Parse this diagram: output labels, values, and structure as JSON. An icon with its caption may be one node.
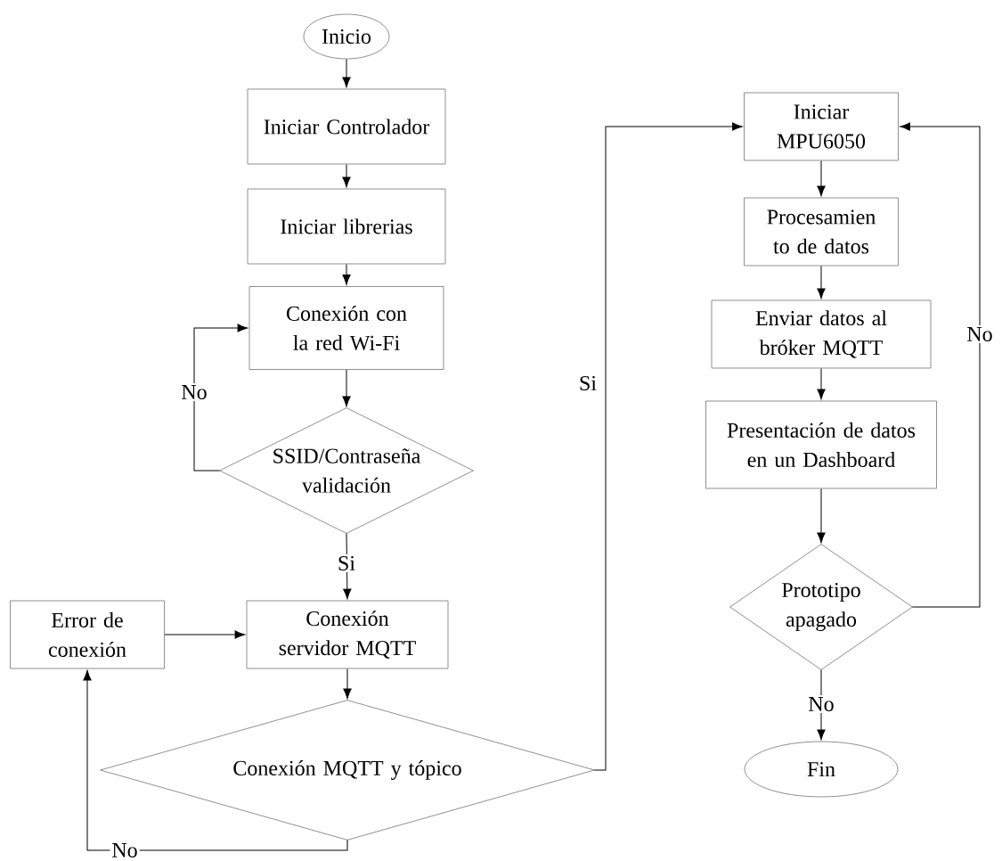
{
  "diagram": {
    "nodes": [
      {
        "text": [
          "Inicio"
        ]
      },
      {
        "text": [
          "Iniciar Controlador"
        ]
      },
      {
        "text": [
          "Iniciar librerias"
        ]
      },
      {
        "text": [
          "Conexión con la red Wi-Fi"
        ]
      },
      {
        "text": [
          "SSID/Contraseña validación"
        ]
      },
      {
        "text": [
          "Error de conexión"
        ]
      },
      {
        "text": [
          "Conexión servidor MQTT"
        ]
      },
      {
        "text": [
          "Conexión MQTT y tópico"
        ]
      },
      {
        "text": [
          "Iniciar MPU6050"
        ]
      },
      {
        "text": [
          "Procesamien to de datos"
        ]
      },
      {
        "text": [
          "Enviar datos al bróker MQTT"
        ]
      },
      {
        "text": [
          "Presentación de datos en un Dashboard"
        ]
      },
      {
        "text": [
          "Prototipo apagado"
        ]
      },
      {
        "text": [
          "Fin"
        ]
      }
    ],
    "edges": [
      {
        "from": 0,
        "to": 1,
        "arrow": "to"
      },
      {
        "from": 1,
        "to": 2,
        "arrow": "to"
      },
      {
        "from": 2,
        "to": 3,
        "arrow": "to"
      },
      {
        "from": 3,
        "to": 4,
        "arrow": "to"
      },
      {
        "from": 4,
        "to": 3,
        "arrow": "to",
        "label": "No"
      },
      {
        "from": 4,
        "to": 6,
        "arrow": "to",
        "label": "Si"
      },
      {
        "from": 5,
        "to": 6,
        "arrow": "to"
      },
      {
        "from": 6,
        "to": 7,
        "arrow": "to"
      },
      {
        "from": 7,
        "to": 5,
        "arrow": "to",
        "label": "No"
      },
      {
        "from": 7,
        "to": 8,
        "arrow": "to",
        "label": "Si"
      },
      {
        "from": 8,
        "to": 9,
        "arrow": "to"
      },
      {
        "from": 9,
        "to": 10,
        "arrow": "to"
      },
      {
        "from": 10,
        "to": 11,
        "arrow": "to"
      },
      {
        "from": 11,
        "to": 12,
        "arrow": "to"
      },
      {
        "from": 12,
        "to": 8,
        "arrow": "to",
        "label": "No"
      },
      {
        "from": 12,
        "to": 13,
        "arrow": "to",
        "label": "No"
      }
    ]
  }
}
